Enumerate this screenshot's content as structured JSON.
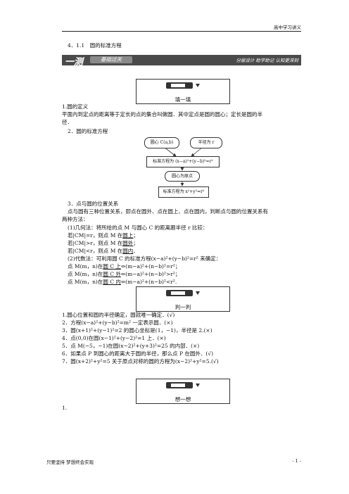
{
  "header": {
    "right_text": "高中学习讲义"
  },
  "section_title": "4．1.1　圆的标准方程",
  "banner": {
    "big": "一测",
    "pill": "基础过关",
    "right": "分层设计  助学助记  认知更深刻"
  },
  "box1_label": "填一填",
  "s1": {
    "title": "1.圆的定义",
    "line1": "平面内到定点的距离等于定长的点的集合叫做圆．其中定点是圆的圆心；定长是圆的半",
    "line2": "径．"
  },
  "s2": {
    "title": "2．圆的标准方程"
  },
  "flow": {
    "center": "圆心 C(a,b)",
    "radius": "半径为 r",
    "eq1": "标准方程为 (x−a)²+(y−b)²=r²",
    "origin": "圆心为原点",
    "eq2": "标准方程为 x²+y²=r²"
  },
  "s3": {
    "title": "3．点与圆的位置关系",
    "intro1": "点与圆有三种位置关系，即点在圆外、点在圆上、点在圆内，判断点与圆的位置关系有",
    "intro2": "两种方法：",
    "geo": "(1)几何法：将所给的点 M 与圆心 C 的距离跟半径 r 比较：",
    "g1a": "若|CM|=r，则点 M 在",
    "g1b": "圆上",
    "g1c": "；",
    "g2a": "若|CM|>r，则点 M 在",
    "g2b": "圆外",
    "g2c": "；",
    "g3a": "若|CM|<r，则点 M 在",
    "g3b": "圆内",
    "g3c": "．",
    "alg": "(2)代数法：可利用圆 C 的标准方程(x−a)²+(y−b)²=r² 来确定：",
    "a1a": "点 M(m，n)在",
    "a1b": "圆 C 上",
    "a1c": "⇔(m−a)²+(n−b)²=r²；",
    "a2a": "点 M(m，n)在",
    "a2b": "圆 C 外",
    "a2c": "⇔(m−a)²+(n−b)²>r²；",
    "a3a": "点 M(m，n)在",
    "a3b": "圆 C 内",
    "a3c": "⇔(m−a)²+(n−b)²<r²."
  },
  "box2_label": "判一判",
  "judge": [
    "1.圆心位置和圆的半径确定，圆就唯一确定．(√)",
    "2．方程(x−a)²+(y−b)²=m² 一定表示圆．(×)",
    "3．圆(x+1)²+(y−1)²=2 的圆心坐标是(1，−1)，半径是 2.(×)",
    "4．点(0,0)在圆(x−1)²+(y−2)²=1 上．(×)",
    "5．点 M(−5，−1)在圆(x−2)²+(y+3)²=25 的内部．(×)",
    "6．如果点 P 到圆心的距离大于圆的半径，那么点 P 在圆外．(√)",
    "7．圆(x+2)²+y²=5 关于原点对称的圆的方程为(x−2)²+y²=5.(√)"
  ],
  "box3_label": "想一想",
  "think_start": "1.",
  "footer": {
    "left": "只要坚持  梦想终会实现",
    "right": "- 1 -"
  }
}
